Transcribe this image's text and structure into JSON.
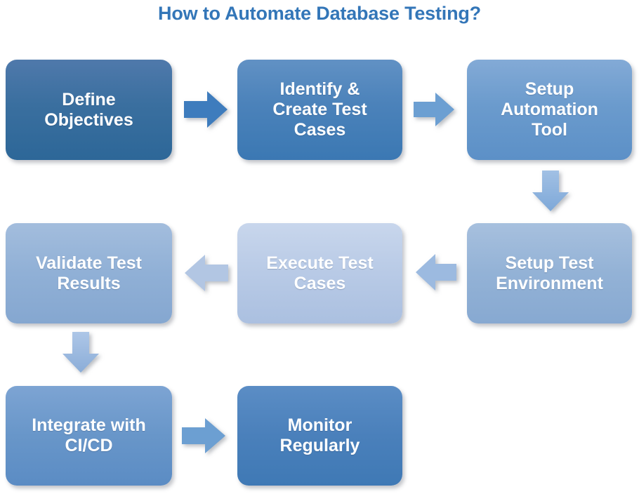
{
  "title": "How to Automate Database Testing?",
  "theme": {
    "background": "#ffffff",
    "title_color": "#3376b8",
    "node_text_color": "#ffffff"
  },
  "diagram": {
    "type": "flowchart",
    "flow_direction": "serpentine (row 1 left-to-right, row 2 right-to-left, row 3 left-to-right)",
    "nodes": [
      {
        "id": "define-objectives",
        "label": "Define\nObjectives",
        "line1": "Define",
        "line2": "Objectives",
        "line3": "",
        "step": 1,
        "fill": "#3a6f9f"
      },
      {
        "id": "identify-create",
        "label": "Identify &\nCreate Test\nCases",
        "line1": "Identify &",
        "line2": "Create Test",
        "line3": "Cases",
        "step": 2,
        "fill": "#4b82ba"
      },
      {
        "id": "setup-automation",
        "label": "Setup\nAutomation\nTool",
        "line1": "Setup",
        "line2": "Automation",
        "line3": "Tool",
        "step": 3,
        "fill": "#6b9bcd"
      },
      {
        "id": "setup-environment",
        "label": "Setup Test\nEnvironment",
        "line1": "Setup Test",
        "line2": "Environment",
        "line3": "",
        "step": 4,
        "fill": "#93b2d6"
      },
      {
        "id": "execute-test-cases",
        "label": "Execute Test\nCases",
        "line1": "Execute Test",
        "line2": "Cases",
        "line3": "",
        "step": 5,
        "fill": "#b8cae6"
      },
      {
        "id": "validate-results",
        "label": "Validate Test\nResults",
        "line1": "Validate Test",
        "line2": "Results",
        "line3": "",
        "step": 6,
        "fill": "#90b0d6"
      },
      {
        "id": "integrate-cicd",
        "label": "Integrate with\nCI/CD",
        "line1": "Integrate with",
        "line2": "CI/CD",
        "line3": "",
        "step": 7,
        "fill": "#6896c9"
      },
      {
        "id": "monitor-regularly",
        "label": "Monitor\nRegularly",
        "line1": "Monitor",
        "line2": "Regularly",
        "line3": "",
        "step": 8,
        "fill": "#4a80bb"
      }
    ],
    "connectors": [
      {
        "id": "a1",
        "from": "define-objectives",
        "to": "identify-create",
        "direction": "right",
        "color": "#3e7cbd"
      },
      {
        "id": "a2",
        "from": "identify-create",
        "to": "setup-automation",
        "direction": "right",
        "color": "#6c9fd2"
      },
      {
        "id": "a3",
        "from": "setup-automation",
        "to": "setup-environment",
        "direction": "down",
        "color": "#8fb4de"
      },
      {
        "id": "a4",
        "from": "setup-environment",
        "to": "execute-test-cases",
        "direction": "left",
        "color": "#9cbae0"
      },
      {
        "id": "a5",
        "from": "execute-test-cases",
        "to": "validate-results",
        "direction": "left",
        "color": "#b2c6e3"
      },
      {
        "id": "a6",
        "from": "validate-results",
        "to": "integrate-cicd",
        "direction": "down",
        "color": "#9cbae0"
      },
      {
        "id": "a7",
        "from": "integrate-cicd",
        "to": "monitor-regularly",
        "direction": "right",
        "color": "#6c9fd2"
      }
    ]
  }
}
